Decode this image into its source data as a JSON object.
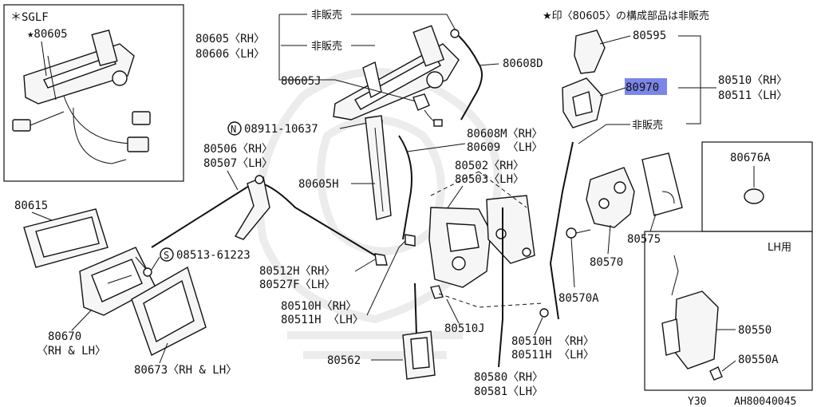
{
  "inset": {
    "title": "＊SGLF",
    "part": "★80605"
  },
  "note": "★印〈80605〉の構成部品は非販売",
  "not_for_sale": "非販売",
  "labels": {
    "p80605rh": "80605〈RH〉",
    "p80606lh": "80606〈LH〉",
    "p80605j": "80605J",
    "p08911": "08911-10637",
    "nut_symbol": "N",
    "p80608d": "80608D",
    "p80595": "80595",
    "p80097": "80970",
    "p80510rh": "80510〈RH〉",
    "p80511lh": "80511〈LH〉",
    "p80608m": "80608M〈RH〉",
    "p80609": "80609  〈LH〉",
    "p80506": "80506〈RH〉",
    "p80507": "80507〈LH〉",
    "p80605h": "80605H",
    "p80502": "80502〈RH〉",
    "p80503": "80503〈LH〉",
    "p80676a": "80676A",
    "p80615": "80615",
    "s_symbol": "S",
    "p08513": "08513-61223",
    "p80512h": "80512H〈RH〉",
    "p80527f": "80527F〈LH〉",
    "p80575": "80575",
    "p80570": "80570",
    "lh_use": "LH用",
    "p80670": "80670",
    "p80670sub": "〈RH & LH〉",
    "p80510h": "80510H〈RH〉",
    "p80511h": "80511H  〈LH〉",
    "p80570a": "80570A",
    "p80510j": "80510J",
    "p80510h2": "80510H  〈RH〉",
    "p80511h2": "80511H  〈LH〉",
    "p80550": "80550",
    "p80550a": "80550A",
    "p80673": "80673〈RH & LH〉",
    "p80562": "80562",
    "p80580": "80580〈RH〉",
    "p80581": "80581〈LH〉",
    "footer_model": "Y30",
    "footer_code": "AH80040045"
  },
  "highlight_color": "#7b86e8"
}
